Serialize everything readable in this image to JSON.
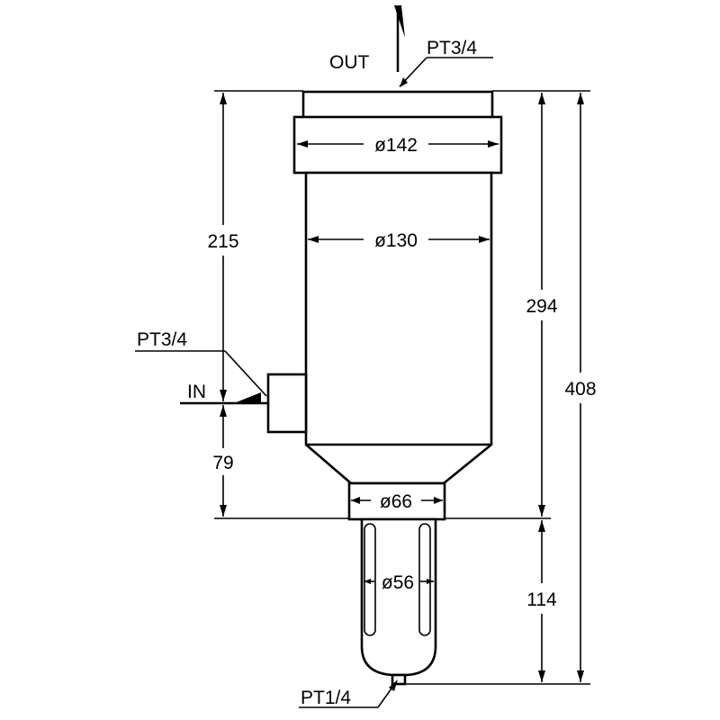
{
  "ports": {
    "outlet_label": "OUT",
    "outlet_thread": "PT3/4",
    "inlet_label": "IN",
    "inlet_thread": "PT3/4",
    "drain_thread": "PT1/4"
  },
  "dimensions": {
    "cap_diameter": "ø142",
    "body_diameter": "ø130",
    "neck_diameter": "ø66",
    "bowl_diameter": "ø56",
    "top_to_inlet": "215",
    "inlet_to_bowl": "79",
    "body_height": "294",
    "bowl_height": "114",
    "overall_height": "408"
  }
}
